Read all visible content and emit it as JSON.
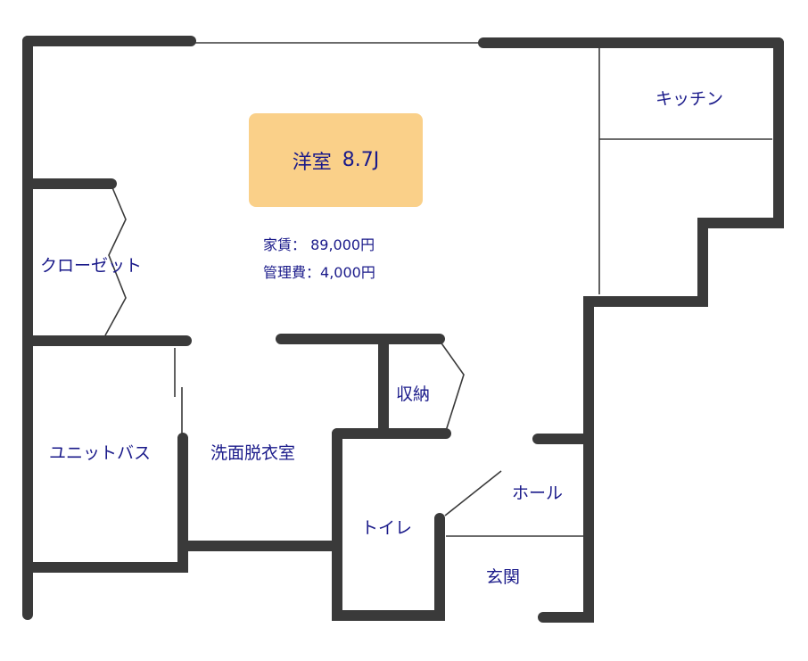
{
  "main_room": {
    "name": "洋室",
    "size": "8.7J"
  },
  "rent": {
    "label": "家賃：",
    "value": "89,000円"
  },
  "management_fee": {
    "label": "管理費：",
    "value": "4,000円"
  },
  "rooms": {
    "closet": "クローゼット",
    "kitchen": "キッチン",
    "unit_bath": "ユニットバス",
    "washroom": "洗面脱衣室",
    "storage": "収納",
    "toilet": "トイレ",
    "hall": "ホール",
    "entrance": "玄関"
  },
  "colors": {
    "wall": "#3a3a3a",
    "text": "#1a1a8a",
    "highlight": "#fad089"
  }
}
